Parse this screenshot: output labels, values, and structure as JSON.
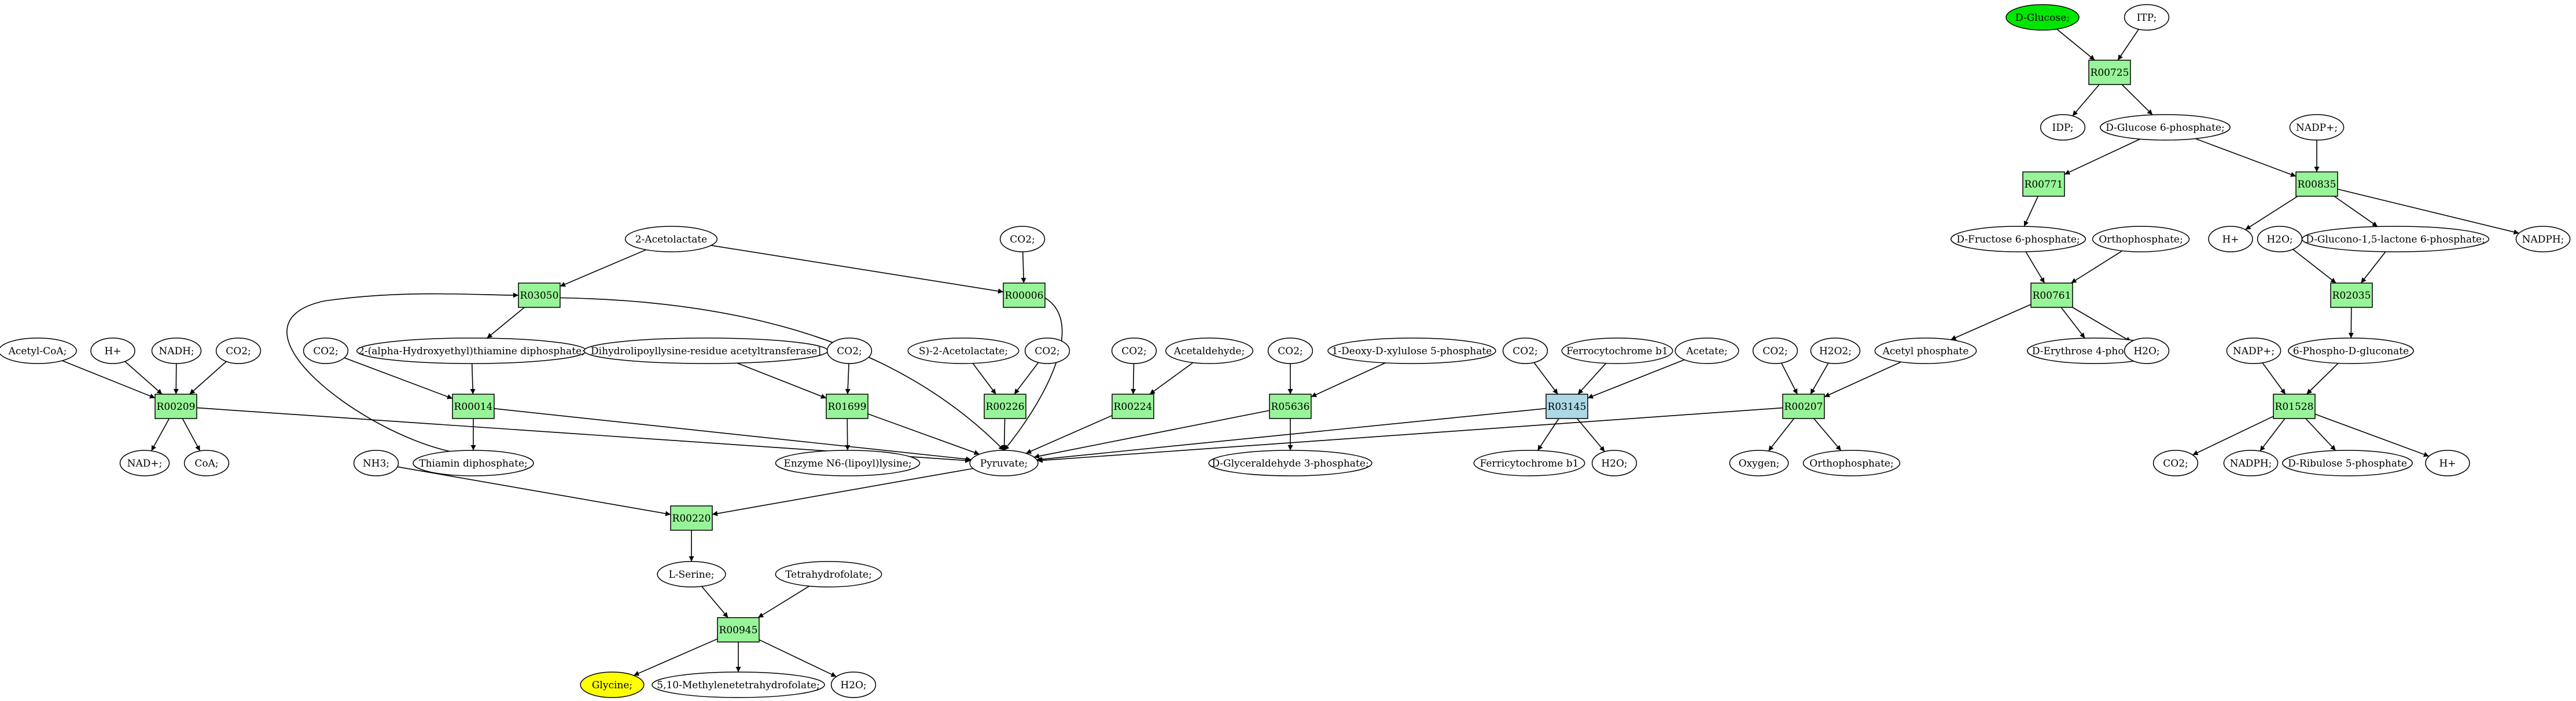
{
  "colors": {
    "reaction_fill": "#98f498",
    "reaction_highlight_fill": "#add8e6",
    "metabolite_fill": "#ffffff",
    "source_fill": "#00e600",
    "target_fill": "#ffff00",
    "stroke": "#000000"
  },
  "nodes": [
    {
      "id": "R00725",
      "label": "R00725",
      "kind": "reaction"
    },
    {
      "id": "R00771",
      "label": "R00771",
      "kind": "reaction"
    },
    {
      "id": "R00835",
      "label": "R00835",
      "kind": "reaction"
    },
    {
      "id": "R00761",
      "label": "R00761",
      "kind": "reaction"
    },
    {
      "id": "R02035",
      "label": "R02035",
      "kind": "reaction"
    },
    {
      "id": "R01528",
      "label": "R01528",
      "kind": "reaction"
    },
    {
      "id": "R03050",
      "label": "R03050",
      "kind": "reaction"
    },
    {
      "id": "R00006",
      "label": "R00006",
      "kind": "reaction"
    },
    {
      "id": "R00209",
      "label": "R00209",
      "kind": "reaction"
    },
    {
      "id": "R00014",
      "label": "R00014",
      "kind": "reaction"
    },
    {
      "id": "R01699",
      "label": "R01699",
      "kind": "reaction"
    },
    {
      "id": "R00226",
      "label": "R00226",
      "kind": "reaction"
    },
    {
      "id": "R00224",
      "label": "R00224",
      "kind": "reaction"
    },
    {
      "id": "R05636",
      "label": "R05636",
      "kind": "reaction"
    },
    {
      "id": "R03145",
      "label": "R03145",
      "kind": "reaction_highlight"
    },
    {
      "id": "R00207",
      "label": "R00207",
      "kind": "reaction"
    },
    {
      "id": "R00220",
      "label": "R00220",
      "kind": "reaction"
    },
    {
      "id": "R00945",
      "label": "R00945",
      "kind": "reaction"
    },
    {
      "id": "glucose",
      "label": "D-Glucose;",
      "kind": "source"
    },
    {
      "id": "itp",
      "label": "ITP;",
      "kind": "metabolite"
    },
    {
      "id": "idp",
      "label": "IDP;",
      "kind": "metabolite"
    },
    {
      "id": "g6p",
      "label": "D-Glucose 6-phosphate;",
      "kind": "metabolite"
    },
    {
      "id": "nadp1",
      "label": "NADP+;",
      "kind": "metabolite"
    },
    {
      "id": "f6p",
      "label": "D-Fructose 6-phosphate;",
      "kind": "metabolite"
    },
    {
      "id": "orthoP1",
      "label": "Orthophosphate;",
      "kind": "metabolite"
    },
    {
      "id": "hplus1",
      "label": "H+",
      "kind": "metabolite"
    },
    {
      "id": "h2o1",
      "label": "H2O;",
      "kind": "metabolite"
    },
    {
      "id": "glucono",
      "label": "D-Glucono-1,5-lactone 6-phosphate;",
      "kind": "metabolite"
    },
    {
      "id": "nadph1",
      "label": "NADPH;",
      "kind": "metabolite"
    },
    {
      "id": "acetylP",
      "label": "Acetyl phosphate",
      "kind": "metabolite"
    },
    {
      "id": "e4p",
      "label": "D-Erythrose 4-phosphate",
      "kind": "metabolite"
    },
    {
      "id": "h2o2",
      "label": "H2O;",
      "kind": "metabolite"
    },
    {
      "id": "nadp2",
      "label": "NADP+;",
      "kind": "metabolite"
    },
    {
      "id": "pgluconate",
      "label": "6-Phospho-D-gluconate",
      "kind": "metabolite"
    },
    {
      "id": "co2a",
      "label": "CO2;",
      "kind": "metabolite"
    },
    {
      "id": "nadph2",
      "label": "NADPH;",
      "kind": "metabolite"
    },
    {
      "id": "ribulose",
      "label": "D-Ribulose 5-phosphate",
      "kind": "metabolite"
    },
    {
      "id": "hplus2",
      "label": "H+",
      "kind": "metabolite"
    },
    {
      "id": "acetolactate2",
      "label": "2-Acetolactate",
      "kind": "metabolite"
    },
    {
      "id": "co2b",
      "label": "CO2;",
      "kind": "metabolite"
    },
    {
      "id": "acetylcoa",
      "label": "Acetyl-CoA;",
      "kind": "metabolite"
    },
    {
      "id": "hplus3",
      "label": "H+",
      "kind": "metabolite"
    },
    {
      "id": "nadh",
      "label": "NADH;",
      "kind": "metabolite"
    },
    {
      "id": "co2c",
      "label": "CO2;",
      "kind": "metabolite"
    },
    {
      "id": "co2d",
      "label": "CO2;",
      "kind": "metabolite"
    },
    {
      "id": "hydroxyethyl",
      "label": "2-(alpha-Hydroxyethyl)thiamine diphosphate;",
      "kind": "metabolite"
    },
    {
      "id": "dihydrolipoyl",
      "label": "Dihydrolipoyllysine-residue acetyltransferase]",
      "kind": "metabolite"
    },
    {
      "id": "co2e",
      "label": "CO2;",
      "kind": "metabolite"
    },
    {
      "id": "sacetolactate",
      "label": "S)-2-Acetolactate;",
      "kind": "metabolite"
    },
    {
      "id": "co2f",
      "label": "CO2;",
      "kind": "metabolite"
    },
    {
      "id": "co2g",
      "label": "CO2;",
      "kind": "metabolite"
    },
    {
      "id": "acetaldehyde",
      "label": "Acetaldehyde;",
      "kind": "metabolite"
    },
    {
      "id": "co2h",
      "label": "CO2;",
      "kind": "metabolite"
    },
    {
      "id": "deoxyxylulose",
      "label": "1-Deoxy-D-xylulose 5-phosphate",
      "kind": "metabolite"
    },
    {
      "id": "co2i",
      "label": "CO2;",
      "kind": "metabolite"
    },
    {
      "id": "ferrocyt",
      "label": "Ferrocytochrome b1",
      "kind": "metabolite"
    },
    {
      "id": "acetate",
      "label": "Acetate;",
      "kind": "metabolite"
    },
    {
      "id": "co2j",
      "label": "CO2;",
      "kind": "metabolite"
    },
    {
      "id": "h2o2b",
      "label": "H2O2;",
      "kind": "metabolite"
    },
    {
      "id": "nadplus",
      "label": "NAD+;",
      "kind": "metabolite"
    },
    {
      "id": "coa",
      "label": "CoA;",
      "kind": "metabolite"
    },
    {
      "id": "nh3",
      "label": "NH3;",
      "kind": "metabolite"
    },
    {
      "id": "thiamin",
      "label": "Thiamin diphosphate;",
      "kind": "metabolite"
    },
    {
      "id": "enzymeN6",
      "label": "Enzyme N6-(lipoyl)lysine;",
      "kind": "metabolite"
    },
    {
      "id": "pyruvate",
      "label": "Pyruvate;",
      "kind": "metabolite"
    },
    {
      "id": "g3p",
      "label": "D-Glyceraldehyde 3-phosphate;",
      "kind": "metabolite"
    },
    {
      "id": "ferricyt",
      "label": "Ferricytochrome b1",
      "kind": "metabolite"
    },
    {
      "id": "h2o3",
      "label": "H2O;",
      "kind": "metabolite"
    },
    {
      "id": "oxygen",
      "label": "Oxygen;",
      "kind": "metabolite"
    },
    {
      "id": "orthoP2",
      "label": "Orthophosphate;",
      "kind": "metabolite"
    },
    {
      "id": "serine",
      "label": "L-Serine;",
      "kind": "metabolite"
    },
    {
      "id": "thf",
      "label": "Tetrahydrofolate;",
      "kind": "metabolite"
    },
    {
      "id": "glycine",
      "label": "Glycine;",
      "kind": "target"
    },
    {
      "id": "methylene",
      "label": "5,10-Methylenetetrahydrofolate;",
      "kind": "metabolite"
    },
    {
      "id": "h2o4",
      "label": "H2O;",
      "kind": "metabolite"
    }
  ],
  "edges": [
    [
      "glucose",
      "R00725"
    ],
    [
      "itp",
      "R00725"
    ],
    [
      "R00725",
      "idp"
    ],
    [
      "R00725",
      "g6p"
    ],
    [
      "g6p",
      "R00771"
    ],
    [
      "g6p",
      "R00835"
    ],
    [
      "nadp1",
      "R00835"
    ],
    [
      "R00771",
      "f6p"
    ],
    [
      "R00835",
      "hplus1"
    ],
    [
      "R00835",
      "glucono"
    ],
    [
      "R00835",
      "nadph1"
    ],
    [
      "f6p",
      "R00761"
    ],
    [
      "orthoP1",
      "R00761"
    ],
    [
      "R00761",
      "acetylP"
    ],
    [
      "R00761",
      "e4p"
    ],
    [
      "R00761",
      "h2o2"
    ],
    [
      "h2o1",
      "R02035"
    ],
    [
      "glucono",
      "R02035"
    ],
    [
      "R02035",
      "pgluconate"
    ],
    [
      "nadp2",
      "R01528"
    ],
    [
      "pgluconate",
      "R01528"
    ],
    [
      "R01528",
      "co2a"
    ],
    [
      "R01528",
      "nadph2"
    ],
    [
      "R01528",
      "ribulose"
    ],
    [
      "R01528",
      "hplus2"
    ],
    [
      "acetolactate2",
      "R03050"
    ],
    [
      "acetolactate2",
      "R00006"
    ],
    [
      "co2b",
      "R00006"
    ],
    [
      "R03050",
      "hydroxyethyl"
    ],
    [
      "thiamin",
      "R03050"
    ],
    [
      "R03050",
      "pyruvate"
    ],
    [
      "R00006",
      "pyruvate"
    ],
    [
      "acetylcoa",
      "R00209"
    ],
    [
      "hplus3",
      "R00209"
    ],
    [
      "nadh",
      "R00209"
    ],
    [
      "co2c",
      "R00209"
    ],
    [
      "R00209",
      "nadplus"
    ],
    [
      "R00209",
      "coa"
    ],
    [
      "R00209",
      "pyruvate"
    ],
    [
      "co2d",
      "R00014"
    ],
    [
      "hydroxyethyl",
      "R00014"
    ],
    [
      "R00014",
      "thiamin"
    ],
    [
      "R00014",
      "pyruvate"
    ],
    [
      "dihydrolipoyl",
      "R01699"
    ],
    [
      "co2e",
      "R01699"
    ],
    [
      "R01699",
      "enzymeN6"
    ],
    [
      "R01699",
      "pyruvate"
    ],
    [
      "sacetolactate",
      "R00226"
    ],
    [
      "co2f",
      "R00226"
    ],
    [
      "R00226",
      "pyruvate"
    ],
    [
      "co2g",
      "R00224"
    ],
    [
      "acetaldehyde",
      "R00224"
    ],
    [
      "R00224",
      "pyruvate"
    ],
    [
      "co2h",
      "R05636"
    ],
    [
      "deoxyxylulose",
      "R05636"
    ],
    [
      "R05636",
      "g3p"
    ],
    [
      "R05636",
      "pyruvate"
    ],
    [
      "co2i",
      "R03145"
    ],
    [
      "ferrocyt",
      "R03145"
    ],
    [
      "acetate",
      "R03145"
    ],
    [
      "R03145",
      "ferricyt"
    ],
    [
      "R03145",
      "h2o3"
    ],
    [
      "R03145",
      "pyruvate"
    ],
    [
      "co2j",
      "R00207"
    ],
    [
      "h2o2b",
      "R00207"
    ],
    [
      "acetylP",
      "R00207"
    ],
    [
      "R00207",
      "oxygen"
    ],
    [
      "R00207",
      "orthoP2"
    ],
    [
      "R00207",
      "pyruvate"
    ],
    [
      "nh3",
      "R00220"
    ],
    [
      "pyruvate",
      "R00220"
    ],
    [
      "R00220",
      "serine"
    ],
    [
      "serine",
      "R00945"
    ],
    [
      "thf",
      "R00945"
    ],
    [
      "R00945",
      "glycine"
    ],
    [
      "R00945",
      "methylene"
    ],
    [
      "R00945",
      "h2o4"
    ]
  ]
}
